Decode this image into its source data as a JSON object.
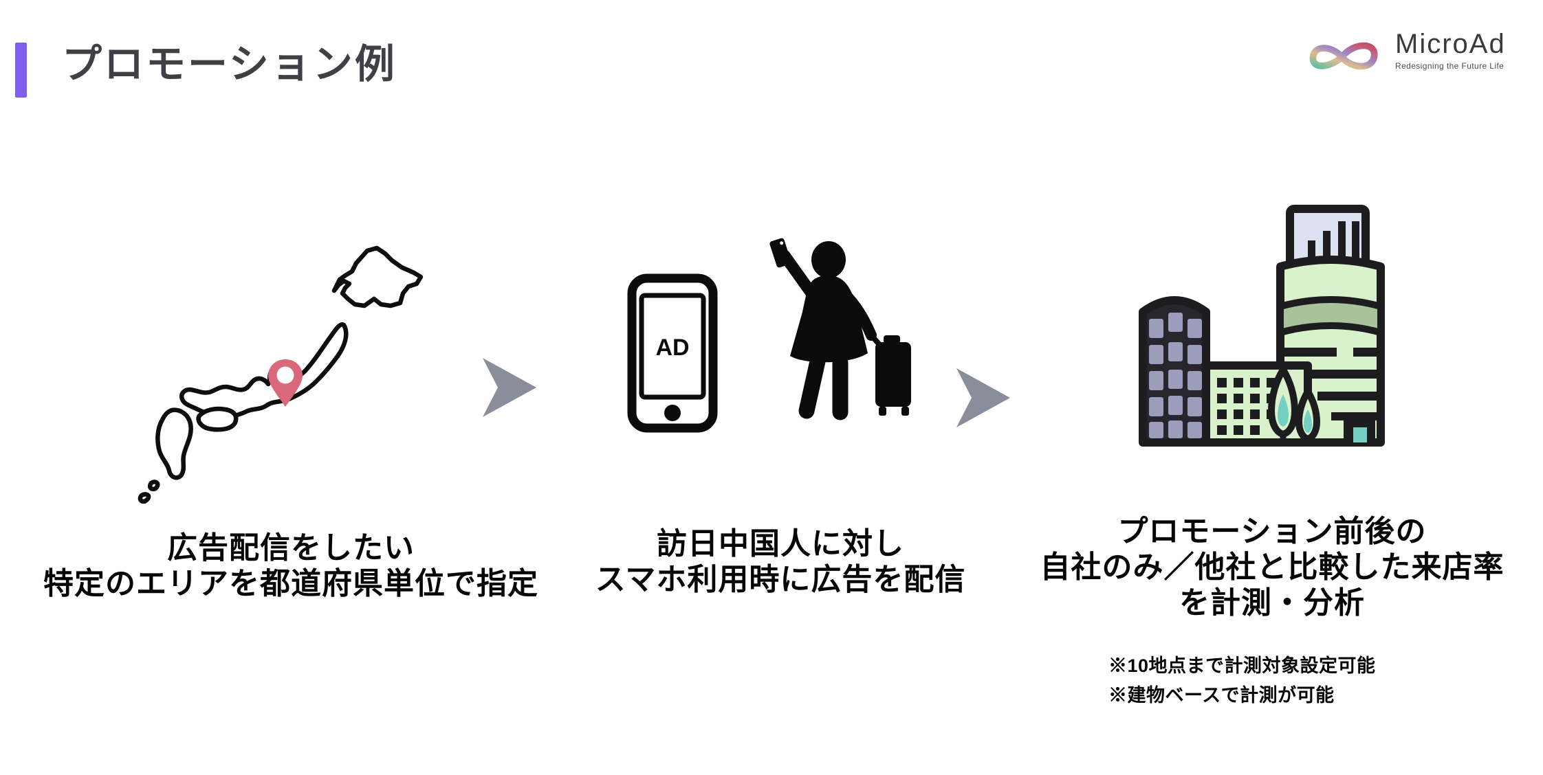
{
  "slide": {
    "title": "プロモーション例",
    "accent_color": "#7E60EF",
    "background_color": "#FFFFFF"
  },
  "logo": {
    "name": "MicroAd",
    "tagline": "Redesigning the Future Life",
    "mark": "infinity-ribbon-icon",
    "mark_gradient": [
      "#5FBFA3",
      "#E0BB8B",
      "#9C88C9",
      "#C75F7E"
    ]
  },
  "flow": {
    "arrow_icon": "chevron-right-arrow",
    "arrow_color": "#8A8E9A",
    "steps": [
      {
        "icon": "japan-map-with-location-pin",
        "pin_color": "#D9697A",
        "caption_lines": [
          "広告配信をしたい",
          "特定のエリアを都道府県単位で指定"
        ]
      },
      {
        "icon": "smartphone-ad-and-tourist-with-suitcase",
        "ad_label": "AD",
        "caption_lines": [
          "訪日中国人に対し",
          "スマホ利用時に広告を配信"
        ]
      },
      {
        "icon": "city-store-buildings",
        "building_colors": {
          "green": "#D9F2CC",
          "sage_band": "#A9C29B",
          "blue_top": "#DCE2F2",
          "purple_windows": "#9B9DBA",
          "teal": "#74D0C4",
          "outline": "#1D1D1F"
        },
        "caption_lines": [
          "プロモーション前後の",
          "自社のみ／他社と比較した来店率",
          "を計測・分析"
        ],
        "notes": [
          "※10地点まで計測対象設定可能",
          "※建物ベースで計測が可能"
        ]
      }
    ]
  }
}
